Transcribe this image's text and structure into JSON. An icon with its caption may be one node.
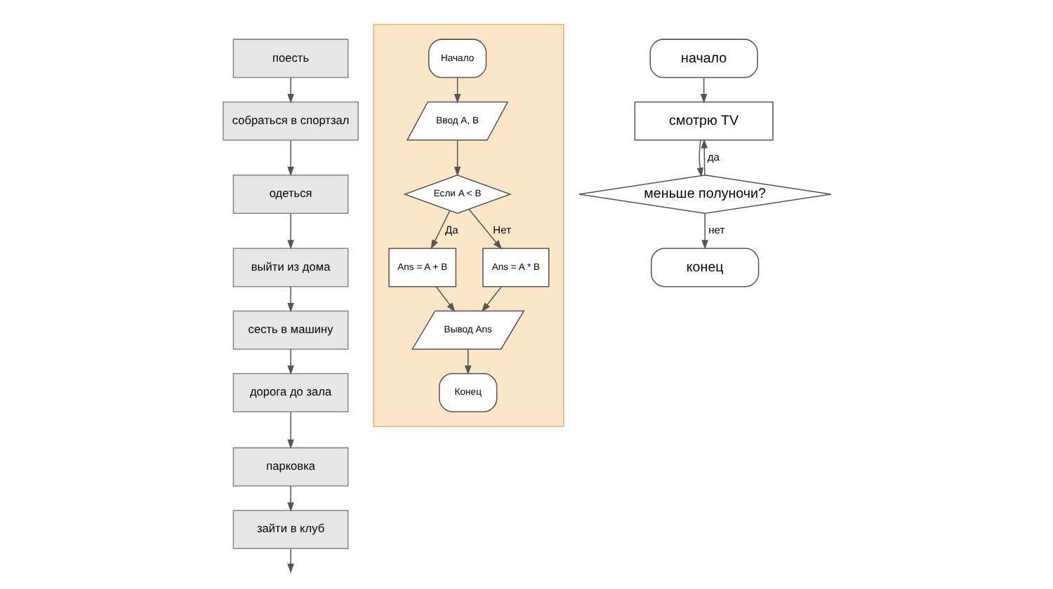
{
  "diagram": {
    "nodes": [
      {
        "text": [
          "поесть"
        ]
      },
      {
        "text": [
          "собраться в спортзал"
        ]
      },
      {
        "text": [
          "одеться"
        ]
      },
      {
        "text": [
          "выйти из дома"
        ]
      },
      {
        "text": [
          "сесть в машину"
        ]
      },
      {
        "text": [
          "дорога до зала"
        ]
      },
      {
        "text": [
          "парковка"
        ]
      },
      {
        "text": [
          "зайти в клуб"
        ]
      },
      {
        "text": [],
        "shape": "box"
      },
      {
        "text": [
          "Начало"
        ],
        "in": 8
      },
      {
        "text": [
          "Ввод A, B"
        ],
        "in": 8
      },
      {
        "text": [
          "Если A < B"
        ],
        "in": 8
      },
      {
        "text": [
          "Ans = A + B"
        ],
        "in": 8
      },
      {
        "text": [
          "Ans = A * B"
        ],
        "in": 8
      },
      {
        "text": [
          "Вывод Ans"
        ],
        "in": 8
      },
      {
        "text": [
          "Конец"
        ],
        "in": 8
      },
      {
        "text": [
          "начало"
        ]
      },
      {
        "text": [
          "смотрю TV"
        ]
      },
      {
        "text": [
          "меньше полуночи?"
        ]
      },
      {
        "text": [
          "конец"
        ]
      }
    ],
    "edges": [
      {
        "from": 0,
        "to": 1,
        "arrow": "to"
      },
      {
        "from": 1,
        "to": 2,
        "arrow": "to"
      },
      {
        "from": 2,
        "to": 3,
        "arrow": "to"
      },
      {
        "from": 3,
        "to": 4,
        "arrow": "to"
      },
      {
        "from": 4,
        "to": 5,
        "arrow": "to"
      },
      {
        "from": 5,
        "to": 6,
        "arrow": "to"
      },
      {
        "from": 6,
        "to": 7,
        "arrow": "to"
      },
      {
        "from": 7,
        "to": null,
        "arrow": "to"
      },
      {
        "from": 9,
        "to": 10,
        "arrow": "to"
      },
      {
        "from": 10,
        "to": 11,
        "arrow": "to"
      },
      {
        "from": 11,
        "to": 12,
        "arrow": "to",
        "label": "Да"
      },
      {
        "from": 11,
        "to": 13,
        "arrow": "to",
        "label": "Нет"
      },
      {
        "from": 12,
        "to": 14,
        "arrow": "to"
      },
      {
        "from": 13,
        "to": 14,
        "arrow": "to"
      },
      {
        "from": 14,
        "to": 15,
        "arrow": "to"
      },
      {
        "from": 16,
        "to": 17,
        "arrow": "to"
      },
      {
        "from": 17,
        "to": 18,
        "arrow": "to"
      },
      {
        "from": 18,
        "to": 17,
        "arrow": "to",
        "label": "да"
      },
      {
        "from": 18,
        "to": 19,
        "arrow": "to",
        "label": "нет"
      }
    ]
  }
}
